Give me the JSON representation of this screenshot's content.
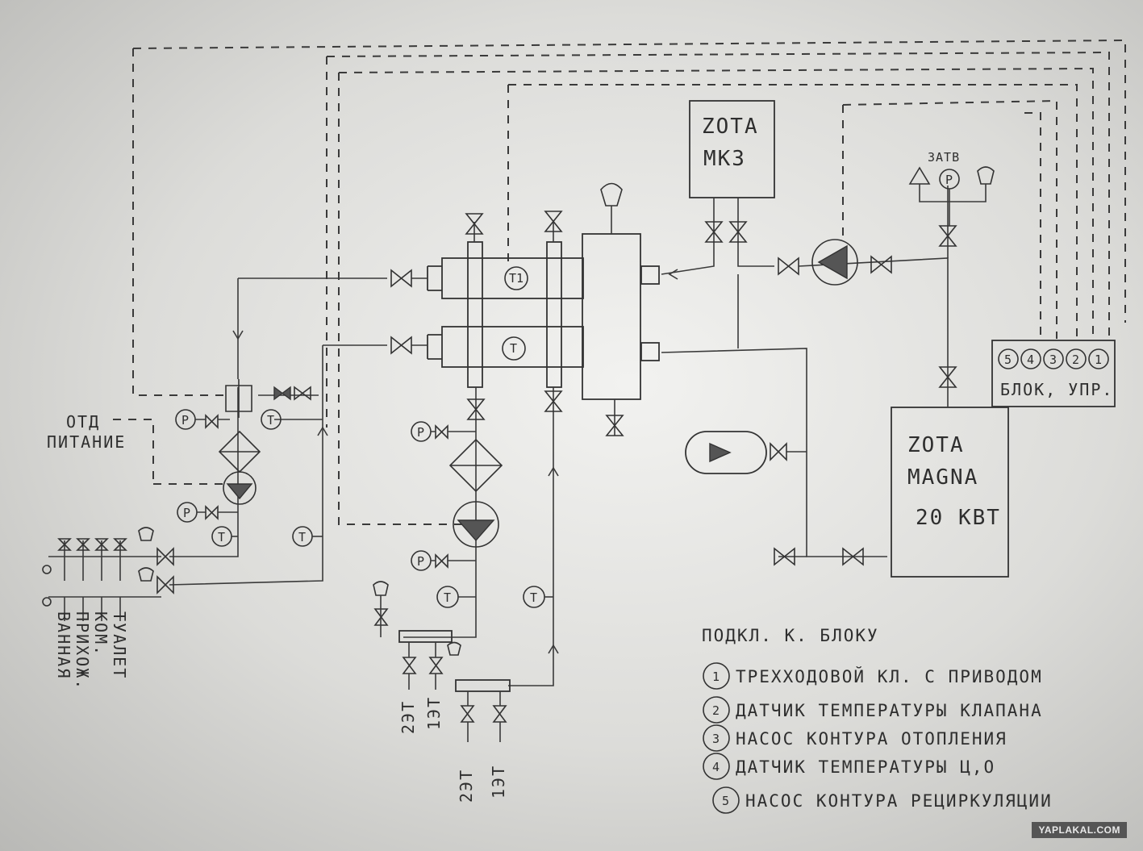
{
  "boilers": {
    "mk3": {
      "line1": "ZOTA",
      "line2": "MK3"
    },
    "magna": {
      "line1": "ZOTA",
      "line2": "MAGNA",
      "line3": "20 КВТ"
    }
  },
  "control_block": {
    "label": "БЛОК, УПР.",
    "terminals": [
      "5",
      "4",
      "3",
      "2",
      "1"
    ]
  },
  "labels": {
    "zatv": "ЗАТВ",
    "otd_pitanie_1": "ОТД",
    "otd_pitanie_2": "ПИТАНИЕ",
    "sensor_t": "T",
    "sensor_t1": "T1",
    "gauge_p": "P"
  },
  "collector_outlets": [
    "ВАННАЯ",
    "ПРИХОЖ.",
    "КОМ.",
    "ТУАЛЕТ"
  ],
  "floor_branches_left": [
    "2ЭТ",
    "1ЭТ"
  ],
  "floor_branches_bottom": [
    "2ЭТ",
    "1ЭТ"
  ],
  "legend": {
    "title": "ПОДКЛ. К. БЛОКУ",
    "items": [
      {
        "num": "1",
        "text": "ТРЕХХОДОВОЙ КЛ. С ПРИВОДОМ"
      },
      {
        "num": "2",
        "text": "ДАТЧИК ТЕМПЕРАТУРЫ КЛАПАНА"
      },
      {
        "num": "3",
        "text": "НАСОС КОНТУРА ОТОПЛЕНИЯ"
      },
      {
        "num": "4",
        "text": "ДАТЧИК ТЕМПЕРАТУРЫ Ц,О"
      },
      {
        "num": "5",
        "text": "НАСОС КОНТУРА РЕЦИРКУЛЯЦИИ"
      }
    ]
  },
  "watermark": "YAPLAKAL.COM"
}
